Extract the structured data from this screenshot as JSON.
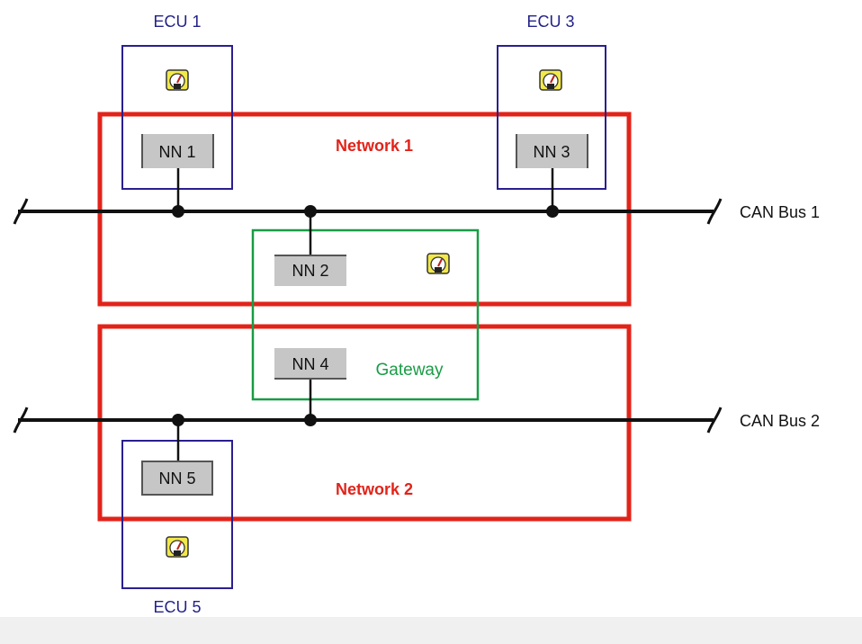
{
  "ecus": [
    {
      "id": "ecu1",
      "label": "ECU 1",
      "node": "NN 1"
    },
    {
      "id": "ecu3",
      "label": "ECU 3",
      "node": "NN 3"
    },
    {
      "id": "ecu5",
      "label": "ECU 5",
      "node": "NN 5"
    }
  ],
  "networks": [
    {
      "id": "net1",
      "label": "Network 1"
    },
    {
      "id": "net2",
      "label": "Network 2"
    }
  ],
  "gateway": {
    "label": "Gateway",
    "nodes": [
      "NN 2",
      "NN 4"
    ]
  },
  "buses": [
    {
      "id": "bus1",
      "label": "CAN Bus 1"
    },
    {
      "id": "bus2",
      "label": "CAN Bus 2"
    }
  ],
  "icons": {
    "ecu_device": "gauge-icon"
  },
  "colors": {
    "ecu_border": "#2a1f8f",
    "network_border": "#e2231a",
    "gateway_border": "#199c45",
    "node_fill": "#c6c6c6",
    "gauge_fill": "#f2e84a",
    "bus_line": "#111111",
    "footer": "#f0f0f0"
  }
}
